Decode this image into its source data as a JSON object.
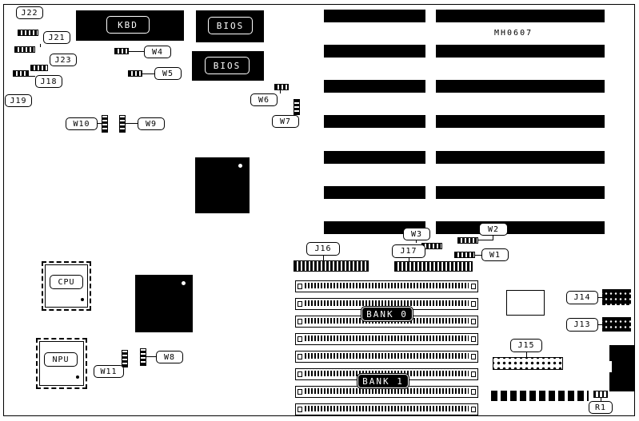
{
  "board": {
    "part_number": "MH0607"
  },
  "chips": {
    "kbd": "KBD",
    "bios_top": "BIOS",
    "bios_bottom": "BIOS",
    "cpu": "CPU",
    "npu": "NPU"
  },
  "banks": {
    "bank0": "BANK 0",
    "bank1": "BANK 1"
  },
  "jumpers": {
    "j13": "J13",
    "j14": "J14",
    "j15": "J15",
    "j16": "J16",
    "j17": "J17",
    "j18": "J18",
    "j19": "J19",
    "j21": "J21",
    "j22": "J22",
    "j23": "J23",
    "w1": "W1",
    "w2": "W2",
    "w3": "W3",
    "w4": "W4",
    "w5": "W5",
    "w6": "W6",
    "w7": "W7",
    "w8": "W8",
    "w9": "W9",
    "w10": "W10",
    "w11": "W11",
    "r1": "R1"
  }
}
